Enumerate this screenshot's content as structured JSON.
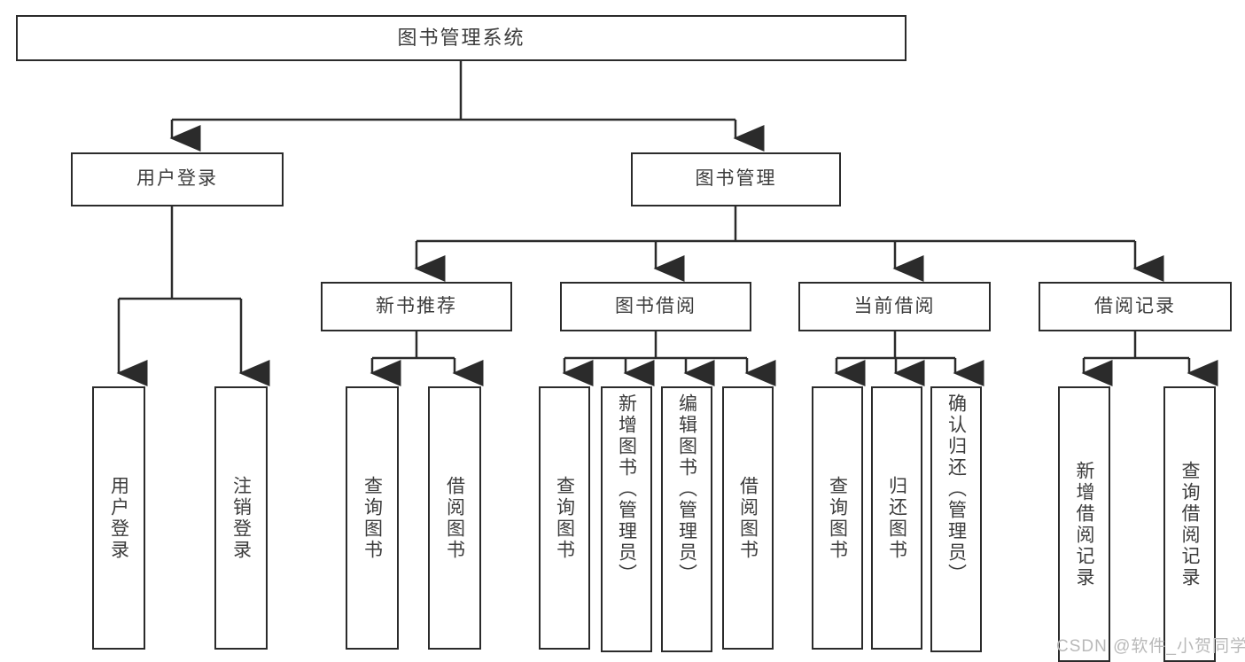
{
  "diagram": {
    "title": "图书管理系统",
    "type": "功能结构图",
    "stroke_color": "#2b2b2b",
    "text_color": "#3c3c3c",
    "background": "#ffffff",
    "root": {
      "label": "图书管理系统"
    },
    "level1": [
      {
        "label": "用户登录"
      },
      {
        "label": "图书管理"
      }
    ],
    "level2": [
      {
        "label": "新书推荐"
      },
      {
        "label": "图书借阅"
      },
      {
        "label": "当前借阅"
      },
      {
        "label": "借阅记录"
      }
    ],
    "leaves": {
      "user_login": [
        {
          "label": "用户登录"
        },
        {
          "label": "注销登录"
        }
      ],
      "new_book": [
        {
          "label": "查询图书"
        },
        {
          "label": "借阅图书"
        }
      ],
      "book_borrow": [
        {
          "label": "查询图书"
        },
        {
          "label": "新增图书（管理员）"
        },
        {
          "label": "编辑图书（管理员）"
        },
        {
          "label": "借阅图书"
        }
      ],
      "current_borrow": [
        {
          "label": "查询图书"
        },
        {
          "label": "归还图书"
        },
        {
          "label": "确认归还（管理员）"
        }
      ],
      "borrow_record": [
        {
          "label": "新增借阅记录"
        },
        {
          "label": "查询借阅记录"
        }
      ]
    }
  },
  "watermark": {
    "text": "CSDN @软件_小贺同学"
  }
}
